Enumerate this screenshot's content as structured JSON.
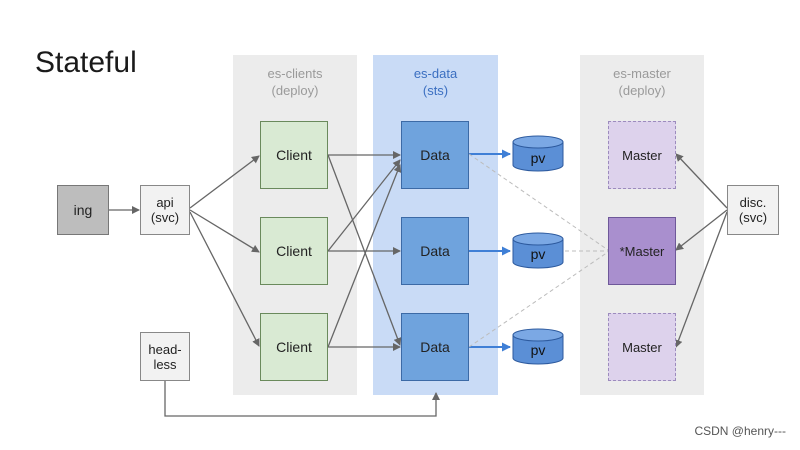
{
  "title": "Stateful",
  "groups": {
    "clients": {
      "name": "es-clients",
      "kind": "(deploy)"
    },
    "data": {
      "name": "es-data",
      "kind": "(sts)"
    },
    "master": {
      "name": "es-master",
      "kind": "(deploy)"
    }
  },
  "nodes": {
    "ing": "ing",
    "api": {
      "line1": "api",
      "line2": "(svc)"
    },
    "headless": {
      "line1": "head-",
      "line2": "less"
    },
    "disc": {
      "line1": "disc.",
      "line2": "(svc)"
    },
    "clients": [
      "Client",
      "Client",
      "Client"
    ],
    "data": [
      "Data",
      "Data",
      "Data"
    ],
    "pv": [
      "pv",
      "pv",
      "pv"
    ],
    "masters": [
      "Master",
      "*Master",
      "Master"
    ]
  },
  "colors": {
    "client_fill": "#d9ead3",
    "data_fill": "#6fa3dd",
    "data_panel": "#c9dbf6",
    "master_fill": "#ddd2ec",
    "master_active_fill": "#a98fce",
    "pv_fill": "#5b8fd6"
  },
  "watermark": "CSDN @henry---"
}
